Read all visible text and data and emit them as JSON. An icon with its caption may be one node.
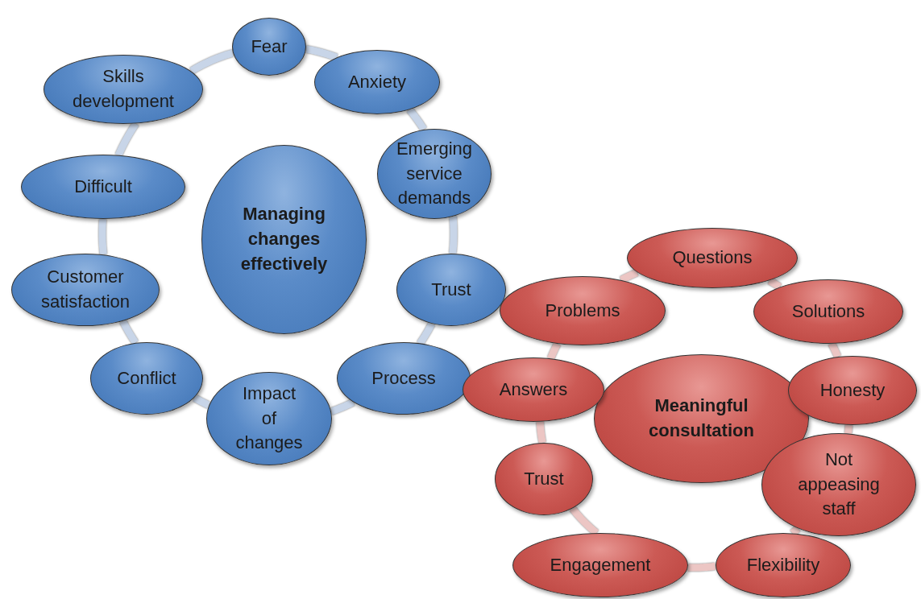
{
  "diagram": {
    "nodes": [
      {
        "text": [
          "Managing changes effectively"
        ]
      },
      {
        "text": [
          "Fear"
        ]
      },
      {
        "text": [
          "Anxiety"
        ]
      },
      {
        "text": [
          "Emerging service demands"
        ]
      },
      {
        "text": [
          "Trust"
        ]
      },
      {
        "text": [
          "Process"
        ]
      },
      {
        "text": [
          "Impact of changes"
        ]
      },
      {
        "text": [
          "Conflict"
        ]
      },
      {
        "text": [
          "Customer satisfaction"
        ]
      },
      {
        "text": [
          "Difficult"
        ]
      },
      {
        "text": [
          "Skills development"
        ]
      },
      {
        "text": [
          "Meaningful consultation"
        ]
      },
      {
        "text": [
          "Questions"
        ]
      },
      {
        "text": [
          "Solutions"
        ]
      },
      {
        "text": [
          "Honesty"
        ]
      },
      {
        "text": [
          "Not appeasing staff"
        ]
      },
      {
        "text": [
          "Flexibility"
        ]
      },
      {
        "text": [
          "Engagement"
        ]
      },
      {
        "text": [
          "Trust"
        ]
      },
      {
        "text": [
          "Answers"
        ]
      },
      {
        "text": [
          "Problems"
        ]
      }
    ],
    "edges": [
      {
        "from": 1,
        "to": 2,
        "arrow": "none",
        "color": "#c8d5e8"
      },
      {
        "from": 2,
        "to": 3,
        "arrow": "none",
        "color": "#c8d5e8"
      },
      {
        "from": 3,
        "to": 4,
        "arrow": "none",
        "color": "#c8d5e8"
      },
      {
        "from": 4,
        "to": 5,
        "arrow": "none",
        "color": "#c8d5e8"
      },
      {
        "from": 5,
        "to": 6,
        "arrow": "none",
        "color": "#c8d5e8"
      },
      {
        "from": 6,
        "to": 7,
        "arrow": "none",
        "color": "#c8d5e8"
      },
      {
        "from": 7,
        "to": 8,
        "arrow": "none",
        "color": "#c8d5e8"
      },
      {
        "from": 8,
        "to": 9,
        "arrow": "none",
        "color": "#c8d5e8"
      },
      {
        "from": 9,
        "to": 10,
        "arrow": "none",
        "color": "#c8d5e8"
      },
      {
        "from": 10,
        "to": 1,
        "arrow": "none",
        "color": "#c8d5e8"
      },
      {
        "from": 12,
        "to": 13,
        "arrow": "none",
        "color": "#ecc6c4"
      },
      {
        "from": 13,
        "to": 14,
        "arrow": "none",
        "color": "#ecc6c4"
      },
      {
        "from": 14,
        "to": 15,
        "arrow": "none",
        "color": "#ecc6c4"
      },
      {
        "from": 15,
        "to": 16,
        "arrow": "none",
        "color": "#ecc6c4"
      },
      {
        "from": 16,
        "to": 17,
        "arrow": "none",
        "color": "#ecc6c4"
      },
      {
        "from": 17,
        "to": 18,
        "arrow": "none",
        "color": "#ecc6c4"
      },
      {
        "from": 18,
        "to": 19,
        "arrow": "none",
        "color": "#ecc6c4"
      },
      {
        "from": 19,
        "to": 20,
        "arrow": "none",
        "color": "#ecc6c4"
      },
      {
        "from": 20,
        "to": 12,
        "arrow": "none",
        "color": "#ecc6c4"
      }
    ]
  }
}
